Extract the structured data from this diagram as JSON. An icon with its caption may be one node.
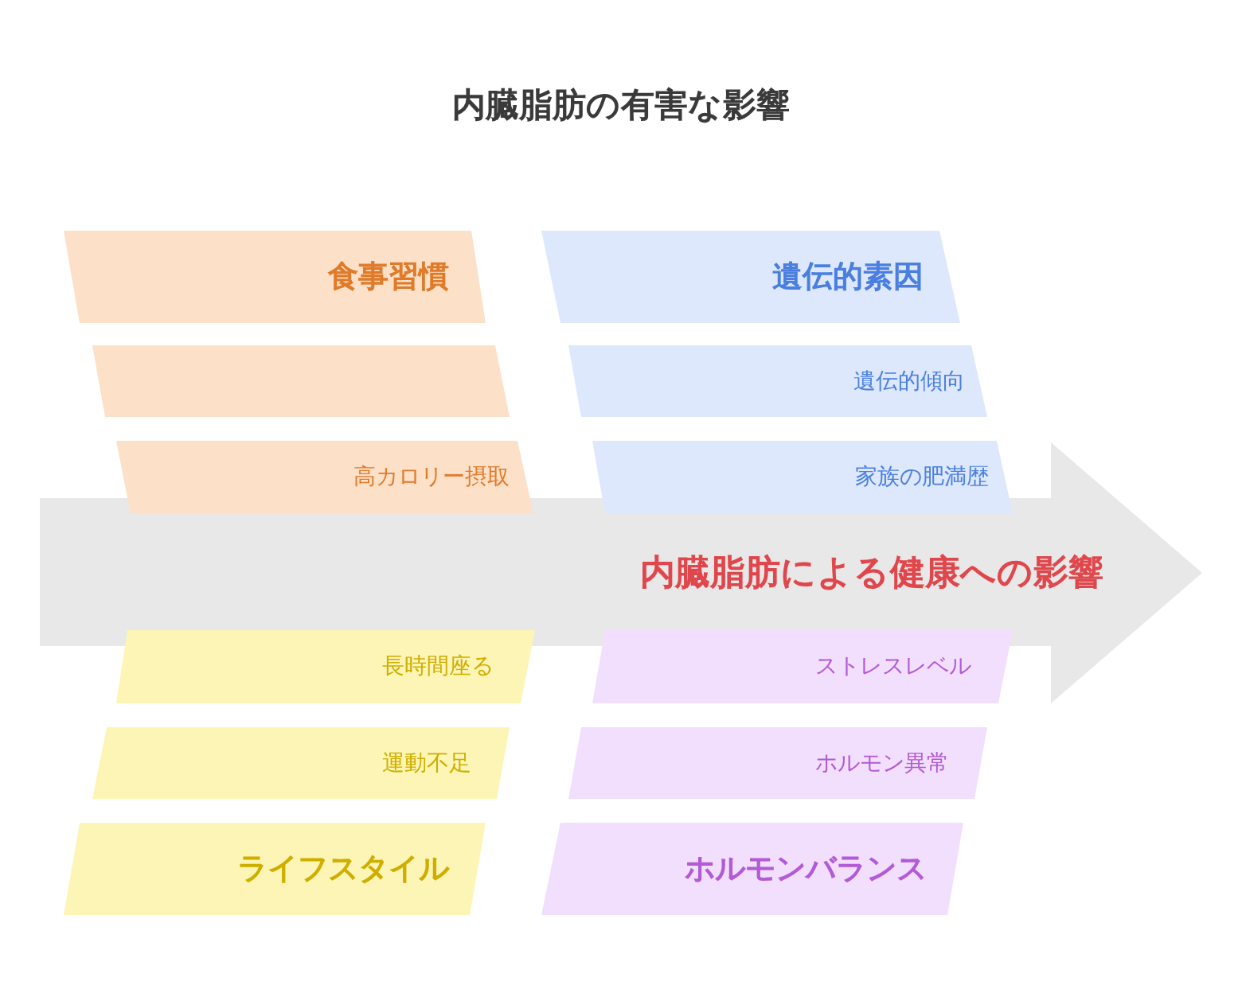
{
  "diagram": {
    "title": "内臓脂肪の有害な影響",
    "nodes": [
      {
        "text": [
          "食事習慣"
        ]
      },
      {
        "text": [
          "遺伝的素因"
        ]
      },
      {
        "text": [],
        "shape": "parallelogram"
      },
      {
        "text": [
          "遺伝的傾向"
        ]
      },
      {
        "text": [
          "高カロリー摂取"
        ]
      },
      {
        "text": [
          "家族の肥満歴"
        ]
      },
      {
        "text": [
          "内臓脂肪による健康への影響"
        ]
      },
      {
        "text": [
          "長時間座る"
        ]
      },
      {
        "text": [
          "ストレスレベル"
        ]
      },
      {
        "text": [
          "運動不足"
        ]
      },
      {
        "text": [
          "ホルモン異常"
        ]
      },
      {
        "text": [
          "ライフスタイル"
        ]
      },
      {
        "text": [
          "ホルモンバランス"
        ]
      }
    ],
    "edges": []
  }
}
